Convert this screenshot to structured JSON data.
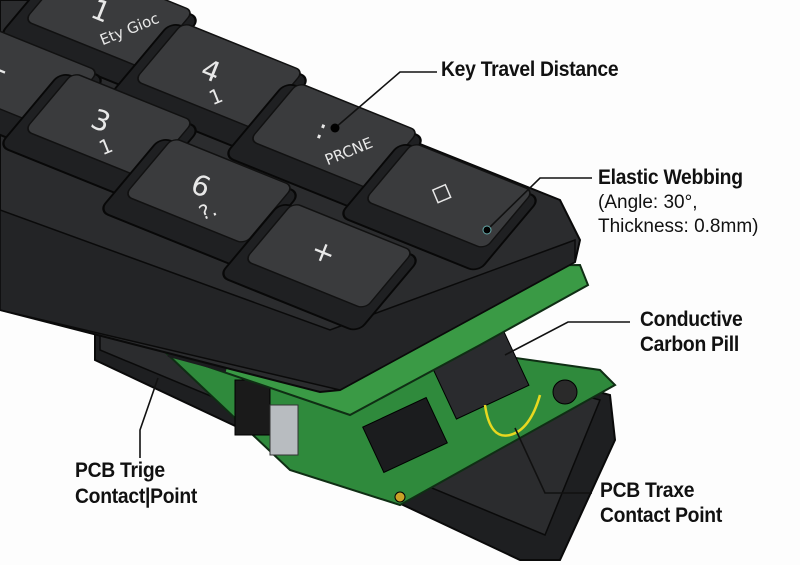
{
  "keys": [
    {
      "legend": "1",
      "sub": "Ety Gioc"
    },
    {
      "legend": "4",
      "sub": "1"
    },
    {
      "legend": "-",
      "sub": ""
    },
    {
      "legend": "3",
      "sub": "1"
    },
    {
      "legend": ":",
      "sub": "PRCNE"
    },
    {
      "legend": "6",
      "sub": "?."
    },
    {
      "legend": "◇",
      "sub": ""
    },
    {
      "legend": "+",
      "sub": ""
    }
  ],
  "labels": {
    "key_travel": "Key Travel Distance",
    "elastic_title": "Elastic Webbing",
    "elastic_angle": "(Angle: 30°,",
    "elastic_thickness": "Thickness: 0.8mm)",
    "conductive_1": "Conductive",
    "conductive_2": "Carbon Pill",
    "pcb_left_1": "PCB Trige",
    "pcb_left_2": "Contact|Point",
    "pcb_right_1": "PCB Traxe",
    "pcb_right_2": "Contact Point"
  },
  "colors": {
    "casing": "#2b2c2e",
    "keycap": "#3a3b3d",
    "pcb": "#2f8a3c",
    "leader": "#111111",
    "trace": "#e8d820"
  }
}
